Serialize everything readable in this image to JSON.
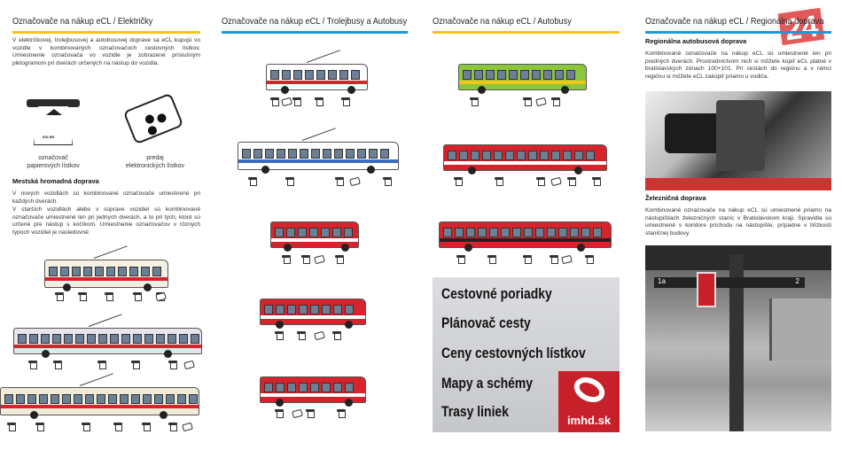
{
  "col1": {
    "heading": "Označovače na nákup eCL / Električky",
    "intro": "V električkovej, trolejbusovej a autobusovej doprave sa eCL kupujú vo vozidle v kombinovaných označovačoch cestovných lístkov. Umiestnenie označovača vo vozidle je zobrazené príslušným piktogramom pri dverách určených na nástup do vozidla.",
    "icon1_caption_line1": "označovač",
    "icon1_caption_line2": "papierových lístkov",
    "icon2_caption_line1": "predaj",
    "icon2_caption_line2": "elektronických lístkov",
    "logo_text": "IDS BK",
    "subheading": "Mestská hromadná doprava",
    "para1": "V nových vozidlách sú kombinované označovače umiestnené pri každých dverách.",
    "para2": "V starších vozidlách alebo v súprave vozidiel sú kombinované označovače umiestnené len pri jednych dverách, a to pri tých, ktoré sú určené pre nástup s kočíkom. Umiestnenie označovačov v rôznych typoch vozidiel je nasledovné:"
  },
  "col2": {
    "heading": "Označovače na nákup eCL / Trolejbusy a Autobusy"
  },
  "col3": {
    "heading": "Označovače na nákup eCL / Autobusy",
    "promo": [
      "Cestovné poriadky",
      "Plánovač cesty",
      "Ceny cestovných lístkov",
      "Mapy a schémy",
      "Trasy liniek"
    ],
    "brand": "imhd.sk"
  },
  "col4": {
    "heading": "Označovače na nákup eCL / Regionálna doprava",
    "sub1": "Regionálna autobusová doprava",
    "text1": "Kombinované označovače na nákup eCL sú umiestnené len pri predných dverách. Prostredníctvom nich si môžete kúpiť eCL platné v bratislavských zónach 100+101. Pri cestách do regiónu a v rámci regiónu si môžete eCL zakúpiť priamo u vodiča.",
    "sub2": "Železničná doprava",
    "text2": "Kombinované označovače na nákup eCL sú umiestnené priamo na nástupištiach železničných staníc v Bratislavskom kraji. Spravidla sú umiestnené v koridore príchodu na nástupište, prípadne v blízkosti staničnej budovy.",
    "platform_sign": "1a",
    "platform_sign2": "2"
  },
  "watermark": "24",
  "colors": {
    "yellow": "#f2c618",
    "blue": "#1a9ad6",
    "red": "#d7232b",
    "green": "#8cc63f"
  }
}
